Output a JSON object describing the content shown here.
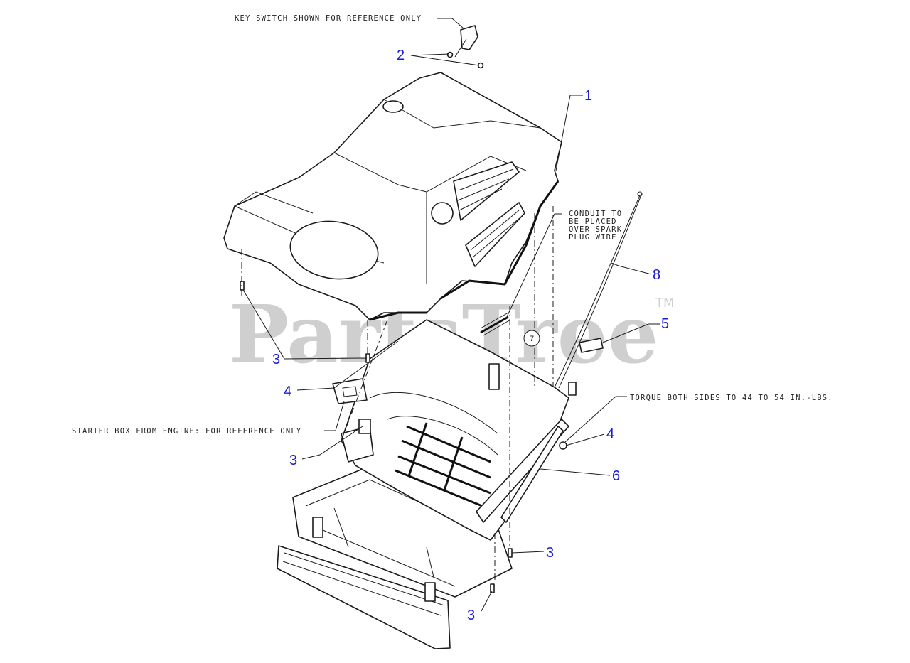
{
  "watermark": {
    "brand": "PartsTree",
    "trademark": "TM"
  },
  "notes": {
    "key_switch": "KEY SWITCH SHOWN FOR REFERENCE ONLY",
    "conduit": [
      "CONDUIT TO",
      "BE PLACED",
      "OVER SPARK",
      "PLUG WIRE"
    ],
    "torque": "TORQUE BOTH SIDES TO 44 TO 54 IN.-LBS.",
    "starter_box": "STARTER BOX FROM ENGINE: FOR REFERENCE ONLY"
  },
  "callouts": {
    "c1": "1",
    "c2": "2",
    "c3_top": "3",
    "c3_mid": "3",
    "c3_right": "3",
    "c3_bottom": "3",
    "c4_left": "4",
    "c4_right": "4",
    "c5": "5",
    "c6": "6",
    "c7": "7",
    "c8": "8"
  }
}
